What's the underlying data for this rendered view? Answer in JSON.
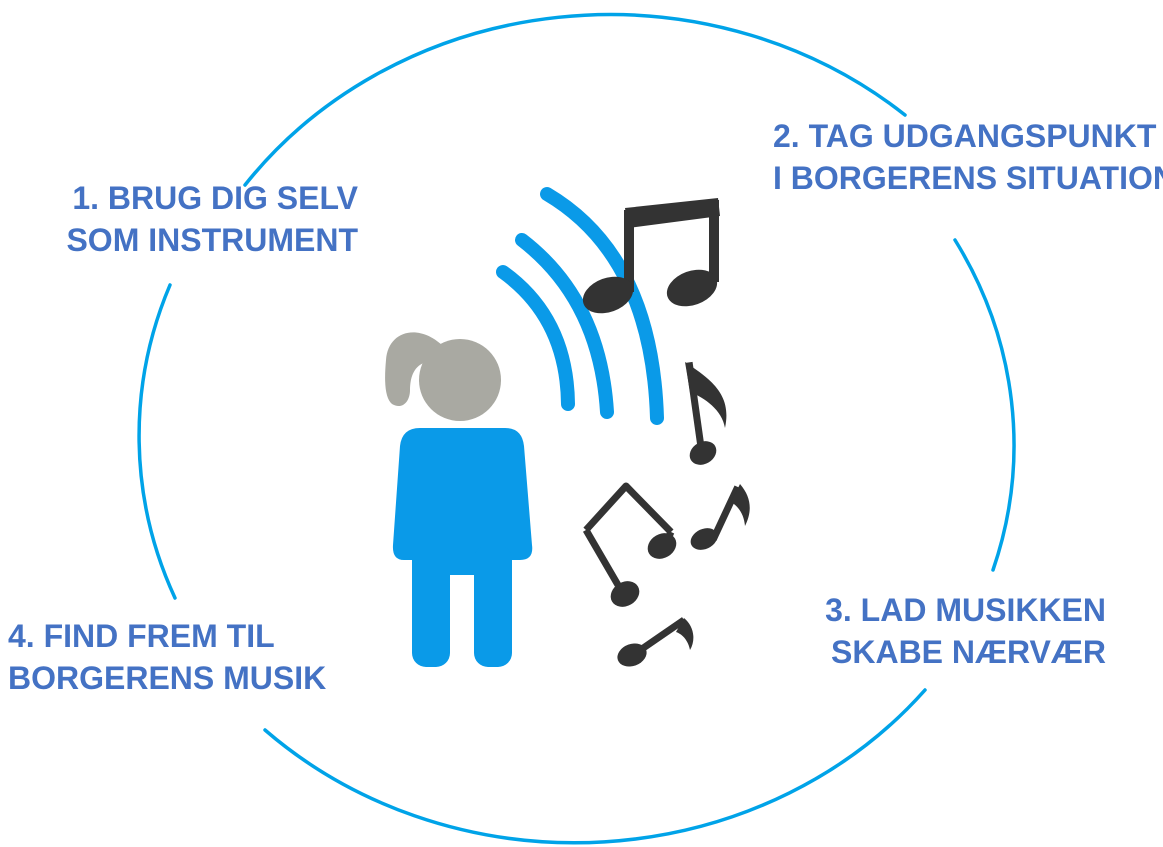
{
  "colors": {
    "ring": "#00A3E8",
    "label": "#4472C4",
    "person_body": "#0A9AE8",
    "person_head": "#A9A9A2",
    "sound_waves": "#0A9AE8",
    "notes": "#333333"
  },
  "icons": [
    "person-icon",
    "sound-waves-icon",
    "music-note-icon"
  ],
  "steps": [
    {
      "line1": "1. BRUG DIG SELV",
      "line2": "SOM INSTRUMENT"
    },
    {
      "line1": "2. TAG UDGANGSPUNKT",
      "line2": "I BORGERENS SITUATION"
    },
    {
      "line1": "3. LAD MUSIKKEN",
      "line2": "SKABE NÆRVÆR"
    },
    {
      "line1": "4. FIND FREM TIL",
      "line2": "BORGERENS MUSIK"
    }
  ]
}
